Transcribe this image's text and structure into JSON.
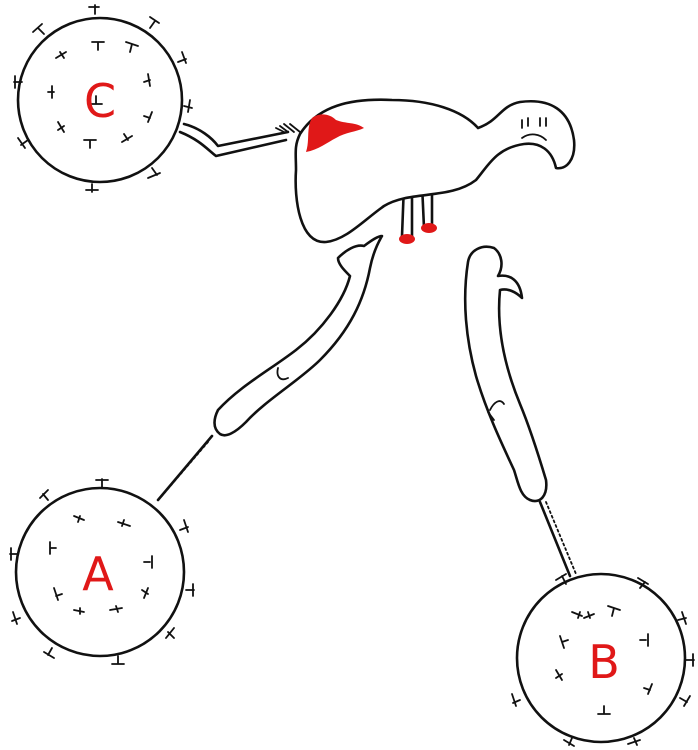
{
  "labels": {
    "c": "C",
    "a": "A",
    "b": "B"
  },
  "colors": {
    "ink": "#111111",
    "accent": "#e01818",
    "paper": "#ffffff"
  },
  "icons": {
    "receptor": "tick-receptor-icon",
    "liver": "liver-creature-icon"
  }
}
